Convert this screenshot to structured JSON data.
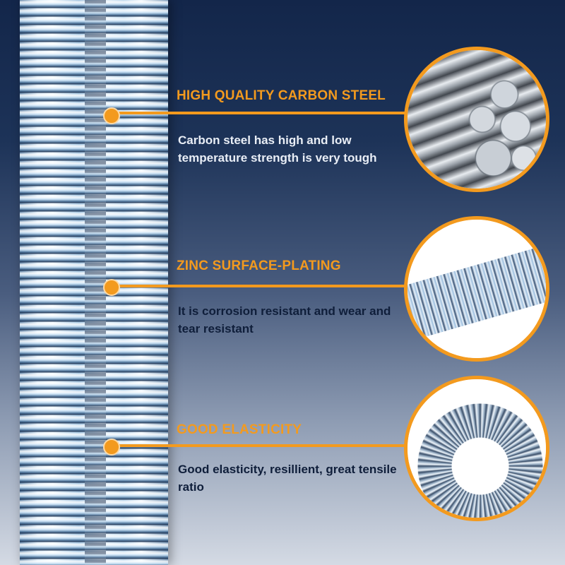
{
  "features": [
    {
      "heading": "HIGH QUALITY CARBON STEEL",
      "description": "Carbon steel has high and low temperature strength is very tough",
      "image_icon": "steel-bars-icon"
    },
    {
      "heading": "ZINC SURFACE-PLATING",
      "description": "It is corrosion resistant and wear and tear resistant",
      "image_icon": "zinc-spring-icon"
    },
    {
      "heading": "GOOD ELASTICITY",
      "description": "Good elasticity, resillient, great tensile ratio",
      "image_icon": "bent-spring-icon"
    }
  ],
  "colors": {
    "accent": "#f39a1e",
    "background_top": "#13264a",
    "background_bottom": "#d4dae4",
    "text_upper": "#e9eef6",
    "text_lower": "#0f1e3a"
  }
}
